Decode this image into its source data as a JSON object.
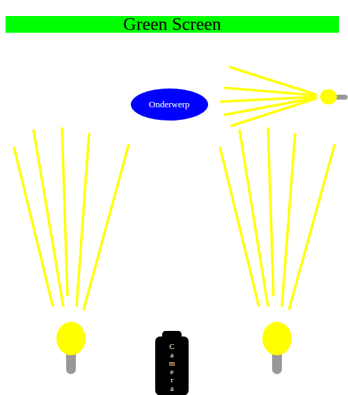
{
  "diagram": {
    "nodes": [
      {
        "text": [
          "Green Screen"
        ]
      },
      {
        "text": [
          "Onderwerp"
        ]
      },
      {
        "text": [
          "Camera"
        ]
      }
    ]
  }
}
